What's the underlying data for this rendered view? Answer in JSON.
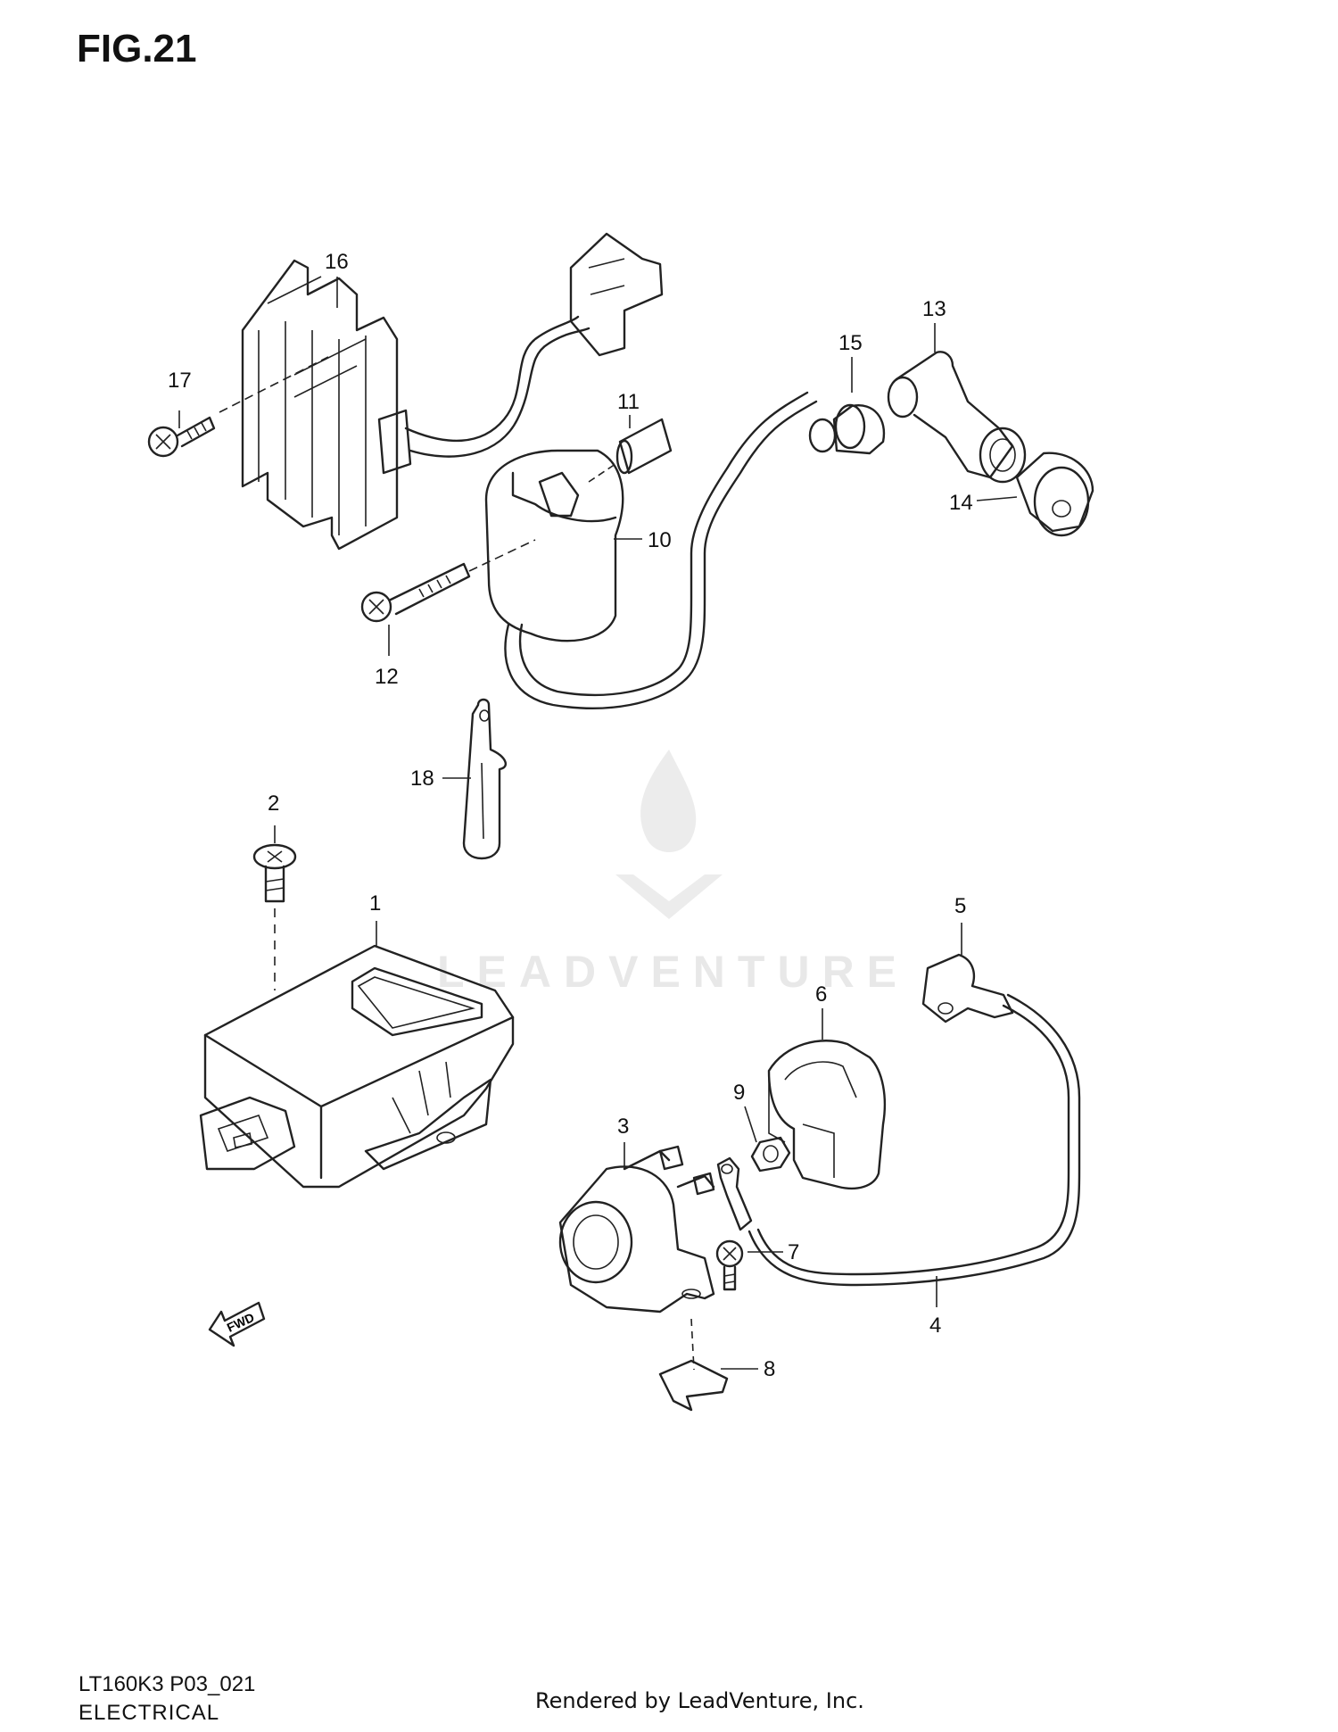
{
  "figure": {
    "title": "FIG.21"
  },
  "parts": [
    {
      "id": "1"
    },
    {
      "id": "2"
    },
    {
      "id": "3"
    },
    {
      "id": "4"
    },
    {
      "id": "5"
    },
    {
      "id": "6"
    },
    {
      "id": "7"
    },
    {
      "id": "8"
    },
    {
      "id": "9"
    },
    {
      "id": "10"
    },
    {
      "id": "11"
    },
    {
      "id": "12"
    },
    {
      "id": "13"
    },
    {
      "id": "14"
    },
    {
      "id": "15"
    },
    {
      "id": "16"
    },
    {
      "id": "17"
    },
    {
      "id": "18"
    }
  ],
  "direction_arrow": {
    "label": "FWD"
  },
  "watermark": {
    "text": "LEADVENTURE"
  },
  "footer": {
    "code": "LT160K3 P03_021",
    "section": "ELECTRICAL",
    "rendered_by": "Rendered by LeadVenture, Inc."
  }
}
